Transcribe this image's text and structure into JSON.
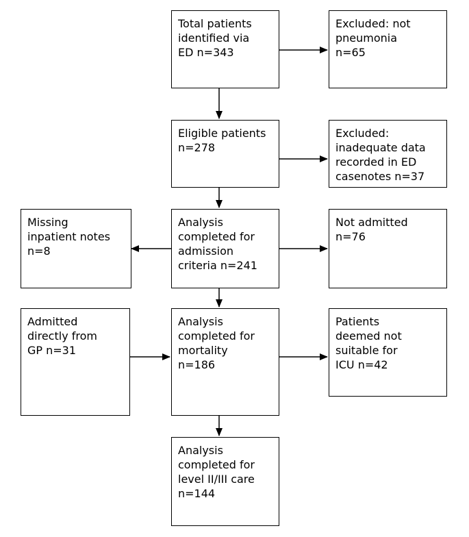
{
  "boxes": {
    "total": [
      "Total patients",
      "identified via",
      "ED n=343"
    ],
    "excluded_not_pneumonia": [
      "Excluded: not",
      "pneumonia",
      "n=65"
    ],
    "eligible": [
      "Eligible patients",
      "n=278"
    ],
    "excluded_inadequate": [
      "Excluded:",
      "inadequate data",
      "recorded in ED",
      "casenotes n=37"
    ],
    "missing_notes": [
      "Missing",
      "inpatient notes",
      "n=8"
    ],
    "admission": [
      "Analysis",
      "completed for",
      "admission",
      "criteria n=241"
    ],
    "not_admitted": [
      "Not admitted",
      "n=76"
    ],
    "admitted_gp": [
      "Admitted",
      "directly from",
      "GP n=31"
    ],
    "mortality": [
      "Analysis",
      "completed for",
      "mortality",
      "n=186"
    ],
    "not_suitable_icu": [
      "Patients",
      "deemed not",
      "suitable for",
      "ICU n=42"
    ],
    "level_care": [
      "Analysis",
      "completed for",
      "level II/III care",
      "n=144"
    ]
  }
}
